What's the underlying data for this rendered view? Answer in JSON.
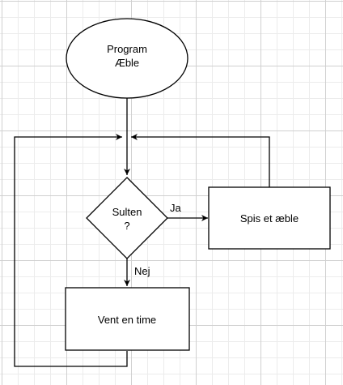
{
  "diagram": {
    "start": {
      "line1": "Program",
      "line2": "Æble"
    },
    "decision": {
      "line1": "Sulten",
      "line2": "?"
    },
    "process_yes": {
      "label": "Spis et æble"
    },
    "process_no": {
      "label": "Vent en time"
    },
    "edges": {
      "yes_label": "Ja",
      "no_label": "Nej"
    },
    "colors": {
      "stroke": "#000000",
      "fill": "#ffffff",
      "grid_major": "#d0d0d0",
      "grid_minor": "#ececec"
    }
  }
}
